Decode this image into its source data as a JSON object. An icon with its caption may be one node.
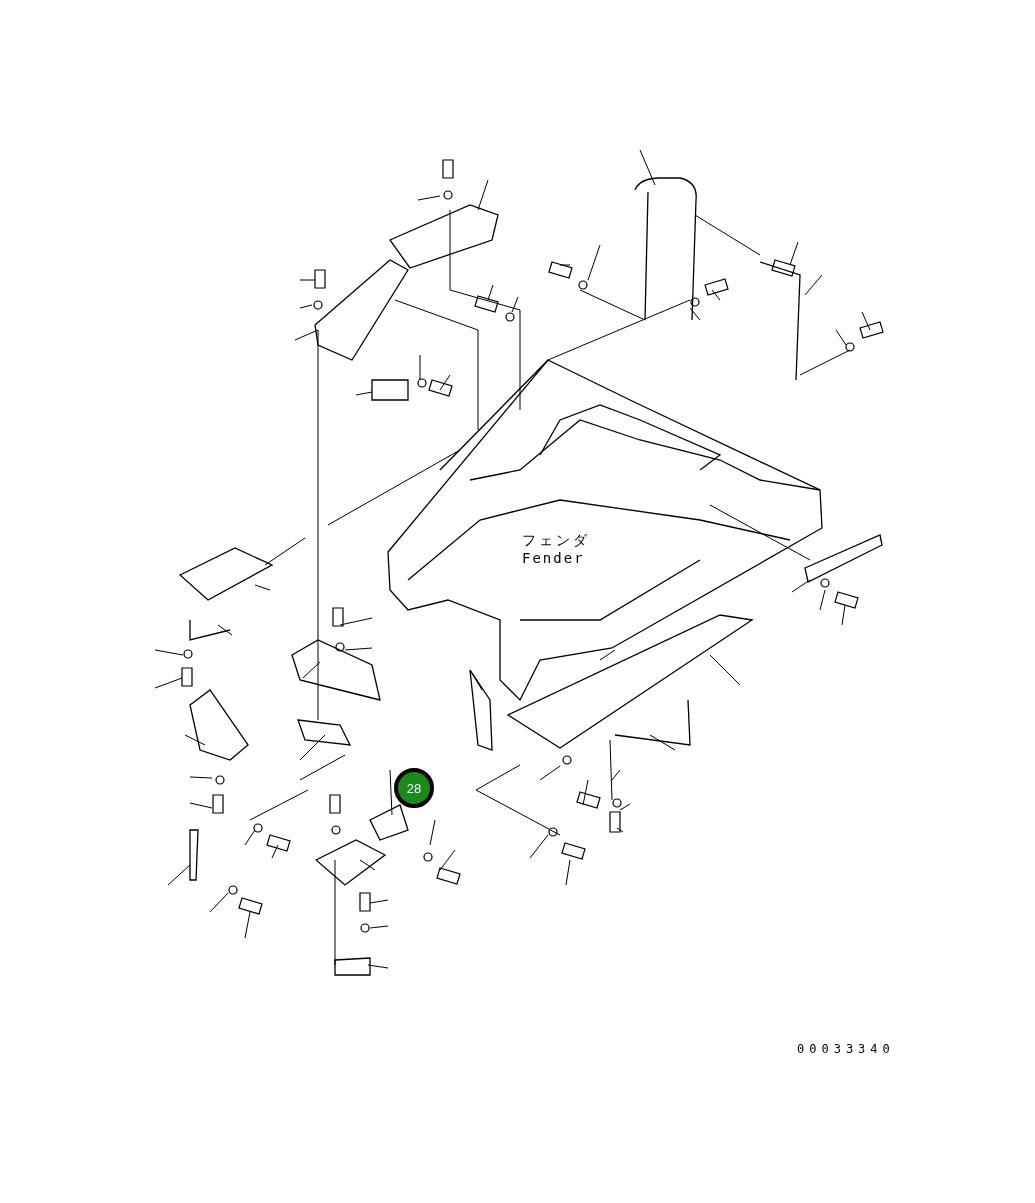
{
  "diagram": {
    "labels": [
      "28",
      "フェンダ",
      "Fender",
      "00033340"
    ]
  }
}
